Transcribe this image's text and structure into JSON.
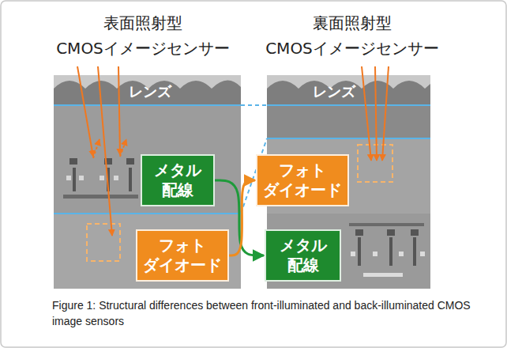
{
  "diagram": {
    "caption": "Figure 1: Structural differences between front-illuminated and back-illuminated CMOS image sensors",
    "nodes": [
      {
        "text": [
          "表面照射型 CMOSイメージセンサー"
        ]
      },
      {
        "text": [
          "メタル 配線"
        ],
        "in": 0
      },
      {
        "text": [
          "フォト ダイオード"
        ],
        "in": 0
      },
      {
        "text": [
          "裏面照射型 CMOSイメージセンサー"
        ]
      },
      {
        "text": [
          "フォト ダイオード"
        ],
        "in": 3
      },
      {
        "text": [
          "メタル 配線"
        ],
        "in": 3
      }
    ],
    "edges": [
      {
        "from": 1,
        "to": 5,
        "arrow": "to"
      },
      {
        "from": 2,
        "to": 4,
        "arrow": "to"
      }
    ],
    "labels": [
      "レンズ",
      "レンズ"
    ]
  }
}
